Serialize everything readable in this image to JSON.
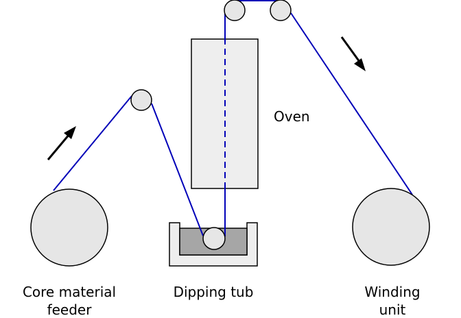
{
  "labels": {
    "oven": "Oven",
    "feeder_line1": "Core material",
    "feeder_line2": "feeder",
    "dipping_tub": "Dipping tub",
    "winding_line1": "Winding",
    "winding_line2": "unit"
  },
  "icons": {
    "feed_arrow": "arrow-up-right-icon",
    "wind_arrow": "arrow-down-right-icon"
  },
  "colors": {
    "fiber": "#0000b8",
    "roller_fill": "#e6e6e6",
    "oven_fill": "#eeeeee",
    "bath_liquid": "#a6a6a6",
    "tub_fill": "#eeeeee",
    "outline": "#000000"
  }
}
